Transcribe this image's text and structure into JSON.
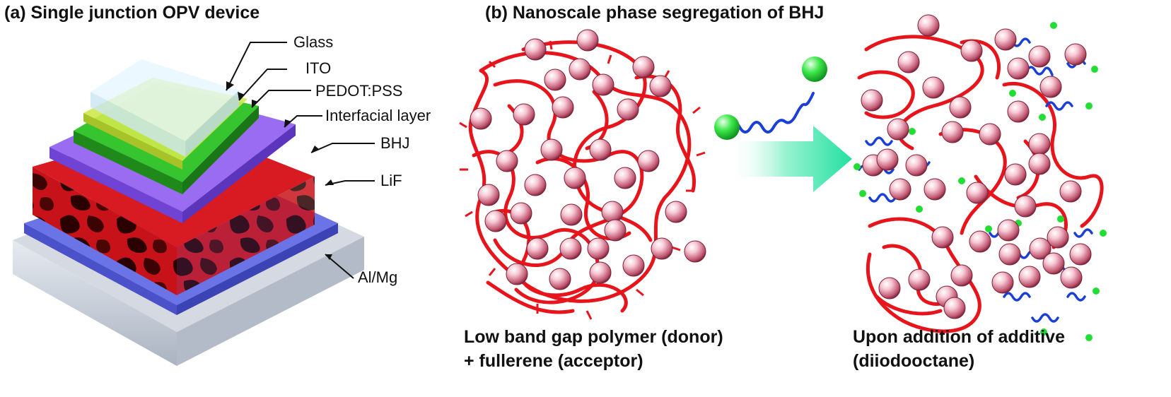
{
  "panel_a": {
    "title": "(a) Single junction OPV device",
    "layers": [
      "Glass",
      "ITO",
      "PEDOT:PSS",
      "Interfacial layer",
      "BHJ",
      "LiF",
      "Al/Mg"
    ]
  },
  "panel_b": {
    "title": "(b) Nanoscale phase segregation of BHJ",
    "left_caption": [
      "Low band gap polymer (donor)",
      "+ fullerene (acceptor)"
    ],
    "right_caption": [
      "Upon addition of additive",
      "(diiodooctane)"
    ]
  },
  "colors": {
    "polymer": "#e8141c",
    "fullerene": "#f4b8c8",
    "additive_chain": "#1a3fd6",
    "additive_end": "#22dd33",
    "arrow": "#33e6a8",
    "bhj": "#c8121a",
    "glass": "#dff3ff",
    "ito": "#c9e84a",
    "pedot": "#2fb82a",
    "interfacial": "#8a5cf0",
    "lif": "#5a63e0",
    "al": "#c4cbd6"
  },
  "icons": [
    "fullerene-sphere-icon",
    "additive-molecule-icon",
    "process-arrow-icon"
  ]
}
